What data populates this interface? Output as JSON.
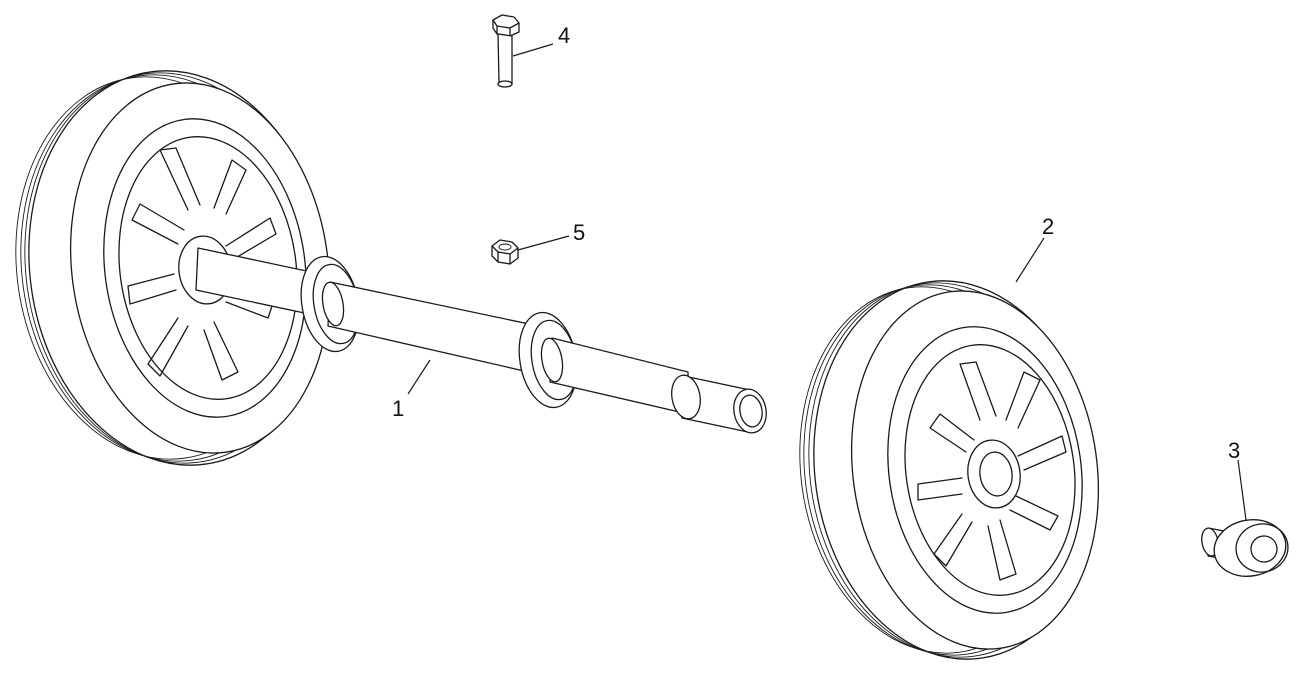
{
  "diagram": {
    "callouts": [
      {
        "id": "axle",
        "label": "1"
      },
      {
        "id": "wheel",
        "label": "2"
      },
      {
        "id": "bushing",
        "label": "3"
      },
      {
        "id": "bolt",
        "label": "4"
      },
      {
        "id": "nut",
        "label": "5"
      }
    ],
    "colors": {
      "line": "#1a1a1a",
      "background": "#ffffff"
    }
  }
}
